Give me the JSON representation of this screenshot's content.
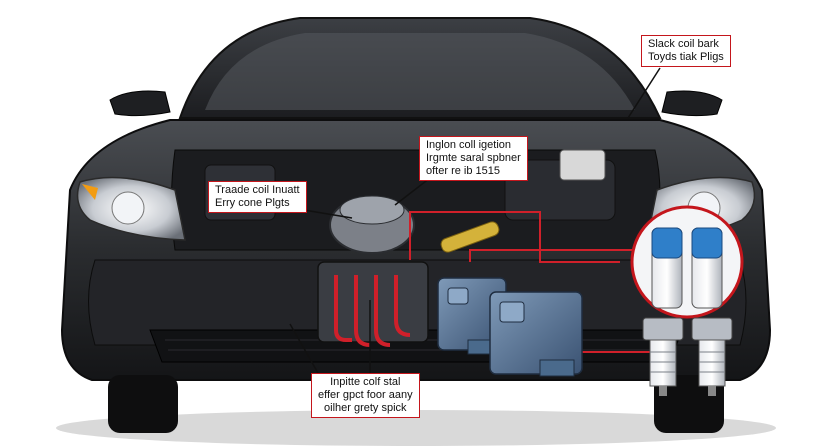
{
  "image": {
    "description_kind": "illustrated car front with ignition coil callouts",
    "colors": {
      "body": "#2a2c2f",
      "callout_border": "#c4161c",
      "wire": "#d0202a",
      "coil": "#4a6a8c",
      "plug_tip": "#2f7fc9"
    }
  },
  "callouts": {
    "top_right": {
      "line1": "Slack coil bark",
      "line2": "Toyds tiak Pligs"
    },
    "center": {
      "line1": "Inglon coll igetion",
      "line2": "Irgmte saral spbner",
      "line3": "ofter re ib 1515"
    },
    "left": {
      "line1": "Traade coil Inuatt",
      "line2": "Erry cone Plgts"
    },
    "bottom": {
      "line1": "Inpitte colf stal",
      "line2": "effer gpct foor aany",
      "line3": "oilher grety spick"
    }
  }
}
